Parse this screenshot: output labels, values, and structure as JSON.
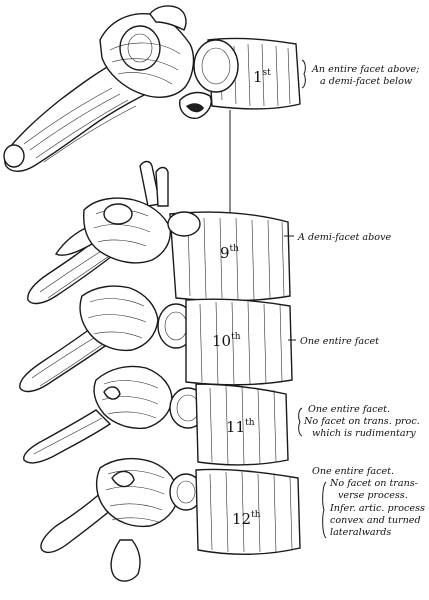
{
  "vertebrae": [
    {
      "number": "1",
      "suffix": "st"
    },
    {
      "number": "9",
      "suffix": "th"
    },
    {
      "number": "10",
      "suffix": "th"
    },
    {
      "number": "11",
      "suffix": "th"
    },
    {
      "number": "12",
      "suffix": "th"
    }
  ],
  "annotations": {
    "first": [
      "An entire facet above;",
      "a demi-facet below"
    ],
    "ninth": [
      "A demi-facet above"
    ],
    "tenth": [
      "One entire facet"
    ],
    "eleventh": [
      "One entire facet.",
      "No facet on trans. proc.",
      "which is rudimentary"
    ],
    "twelfth": [
      "One entire facet.",
      "No facet on trans-",
      "verse process.",
      "Infer. artic. process",
      "convex and turned",
      "lateralwards"
    ]
  }
}
